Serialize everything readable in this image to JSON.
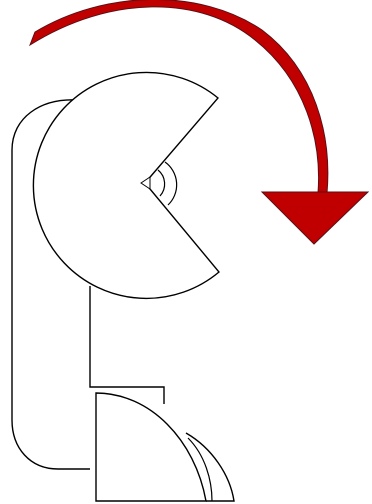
{
  "colors": {
    "background": "#ffffff",
    "outline": "#000000",
    "arrow_fill": "#c00000",
    "arrow_stroke": "#5a0f14"
  },
  "figure": {
    "description_icon": "rotation-arrow-icon",
    "parts": [
      "rotating-head",
      "angle-mark",
      "support-column",
      "base-housing"
    ]
  }
}
